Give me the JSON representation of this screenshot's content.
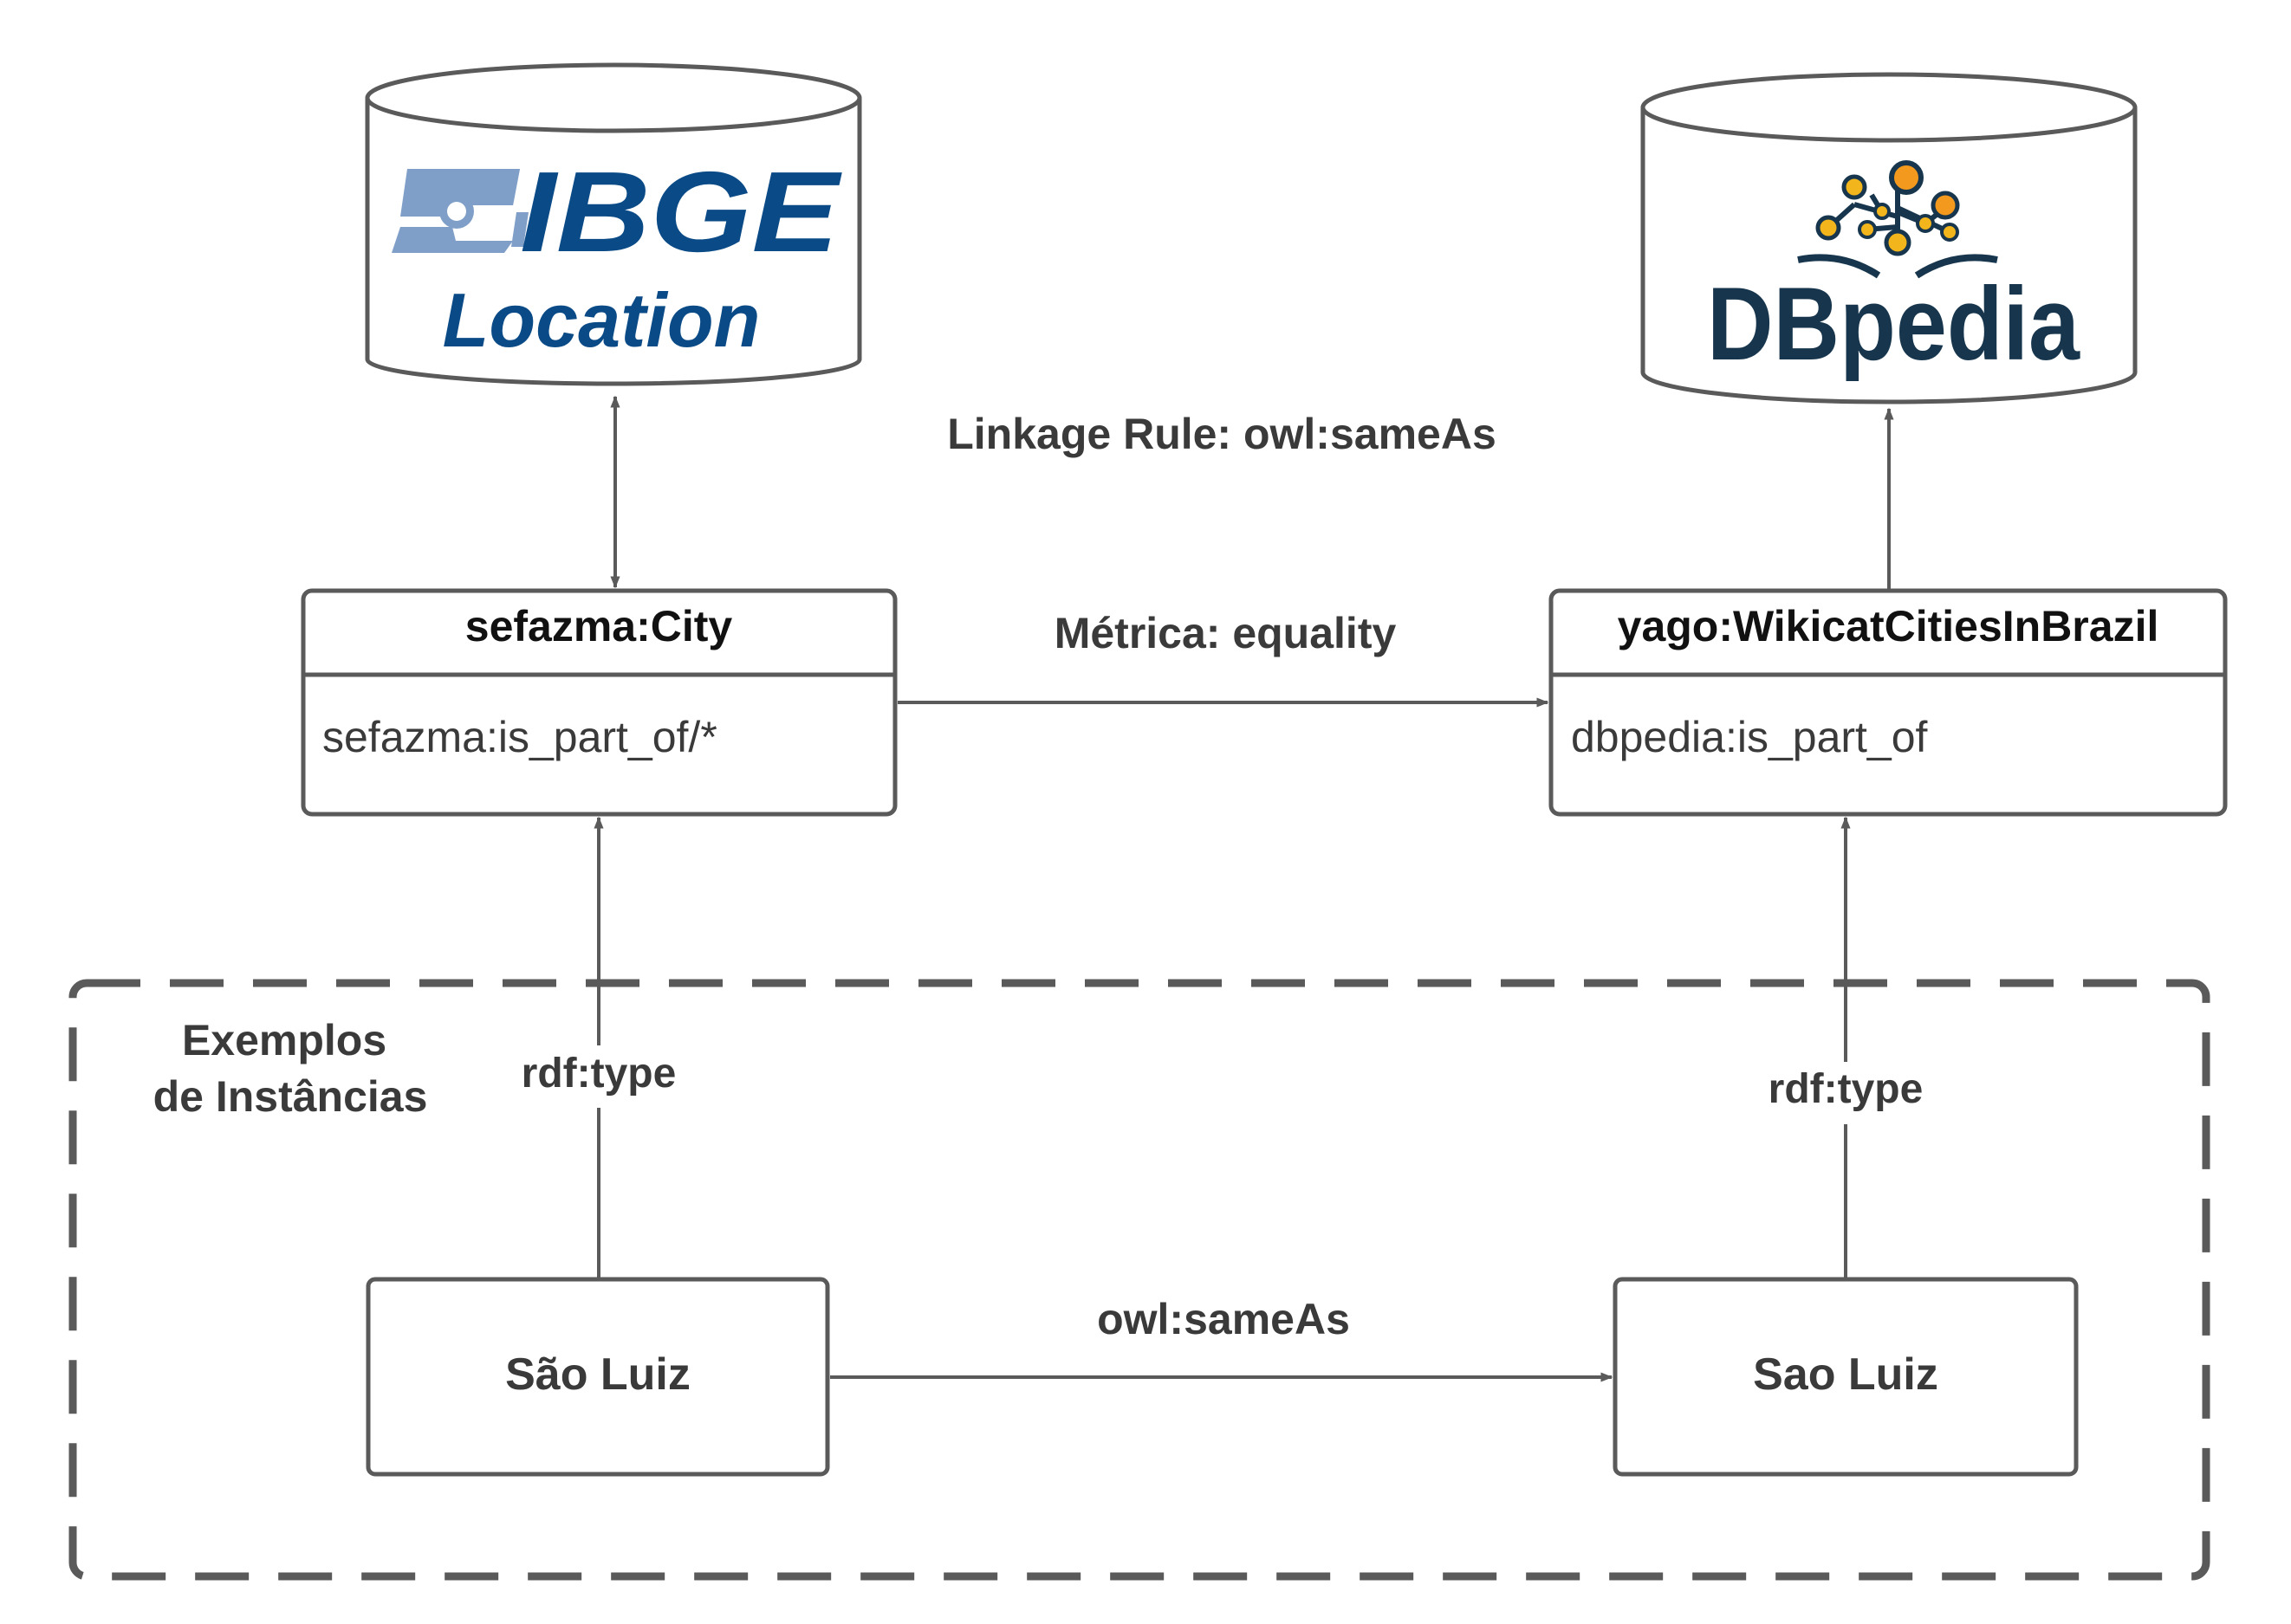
{
  "colors": {
    "stroke": "#5a5a5a",
    "text": "#3a3a3a",
    "ibge_blue": "#0a4a86",
    "ibge_light_blue": "#7f9fc9",
    "dbpedia_navy": "#17364d",
    "dbpedia_gold": "#f2b51c",
    "dbpedia_orange": "#f39a1e"
  },
  "databases": {
    "ibge": {
      "logo_text": "IBGE",
      "subtitle": "Location",
      "logo_icon": "ibge-logo-icon"
    },
    "dbpedia": {
      "logo_text": "DBpedia",
      "logo_icon": "dbpedia-network-book-icon"
    }
  },
  "linkage_rule": "Linkage Rule: owl:sameAs",
  "metric": "Métrica: equality",
  "classes": {
    "left": {
      "title": "sefazma:City",
      "attribute": "sefazma:is_part_of/*"
    },
    "right": {
      "title": "yago:WikicatCitiesInBrazil",
      "attribute": "dbpedia:is_part_of"
    }
  },
  "instances_group": {
    "label_line1": "Exemplos",
    "label_line2": "de Instâncias"
  },
  "instances": {
    "left": "São Luiz",
    "right": "Sao Luiz"
  },
  "edges": {
    "left_type": "rdf:type",
    "right_type": "rdf:type",
    "instance_link": "owl:sameAs"
  }
}
